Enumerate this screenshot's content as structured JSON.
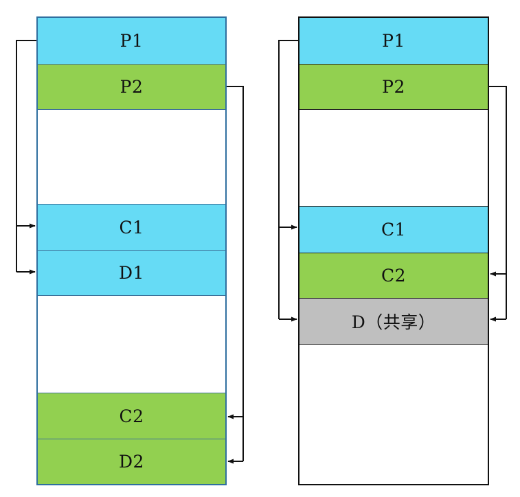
{
  "left_memory": {
    "blocks": [
      {
        "label": "P1",
        "color": "#66dbf5"
      },
      {
        "label": "P2",
        "color": "#92d050"
      },
      {
        "label": "C1",
        "color": "#66dbf5"
      },
      {
        "label": "D1",
        "color": "#66dbf5"
      },
      {
        "label": "C2",
        "color": "#92d050"
      },
      {
        "label": "D2",
        "color": "#92d050"
      }
    ]
  },
  "right_memory": {
    "blocks": [
      {
        "label": "P1",
        "color": "#66dbf5"
      },
      {
        "label": "P2",
        "color": "#92d050"
      },
      {
        "label": "C1",
        "color": "#66dbf5"
      },
      {
        "label": "C2",
        "color": "#92d050"
      },
      {
        "label": "D（共享）",
        "color": "#bfbfbf"
      }
    ]
  },
  "colors": {
    "process1": "#66dbf5",
    "process2": "#92d050",
    "shared": "#bfbfbf",
    "left_border": "#2f6f9f",
    "right_border": "#111111"
  }
}
